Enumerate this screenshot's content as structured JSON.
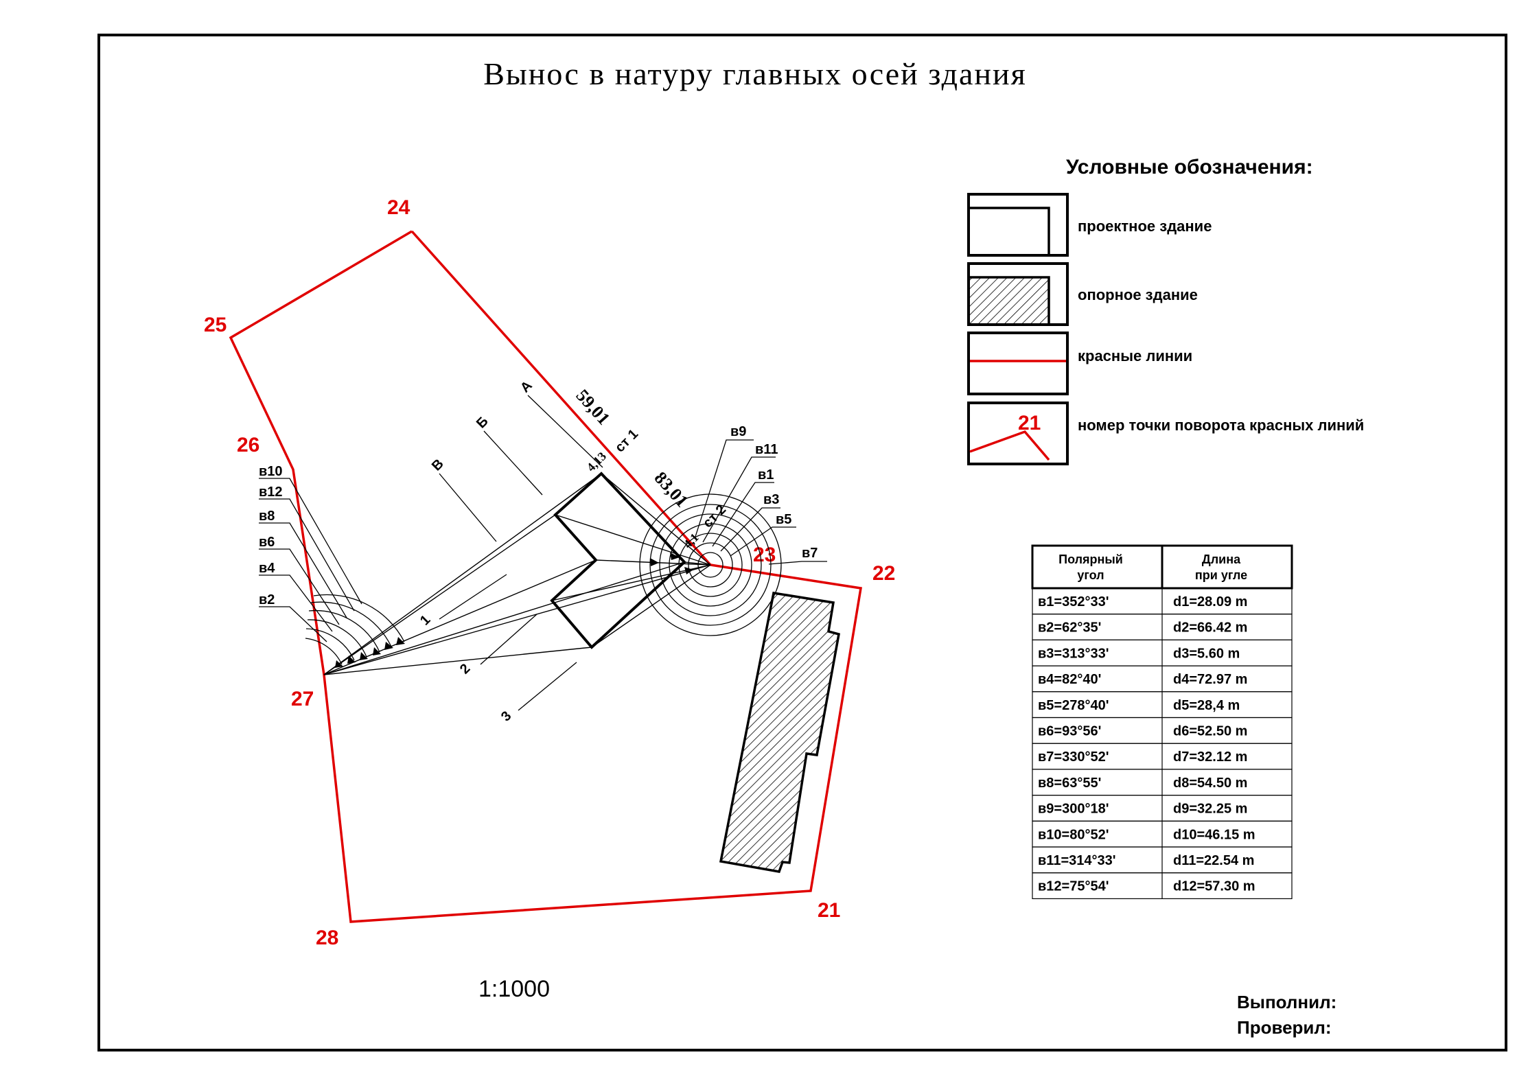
{
  "title": "Вынос в натуру главных осей  здания",
  "scale": "1:1000",
  "signatures": {
    "done": "Выполнил:",
    "checked": "Проверил:"
  },
  "legend": {
    "title": "Условные обозначения:",
    "items": [
      {
        "label": "проектное здание"
      },
      {
        "label": "опорное здание"
      },
      {
        "label": "красные линии"
      },
      {
        "label": "номер точки поворота красных линий",
        "sample": "21"
      }
    ]
  },
  "colors": {
    "red_line": "#e00000",
    "ink": "#000000"
  },
  "points": [
    "24",
    "25",
    "26",
    "27",
    "28",
    "21",
    "22",
    "23"
  ],
  "stations": [
    "ст 1",
    "ст 2"
  ],
  "distances": [
    "59,01",
    "83,01",
    "4,13",
    "4,1"
  ],
  "axes": {
    "letters": [
      "А",
      "Б",
      "В"
    ],
    "numbers": [
      "1",
      "2",
      "3"
    ]
  },
  "angles_left": [
    "в10",
    "в12",
    "в8",
    "в6",
    "в4",
    "в2"
  ],
  "angles_right": [
    "в9",
    "в11",
    "в1",
    "в3",
    "в5",
    "в7"
  ],
  "table": {
    "headers": [
      [
        "Полярный",
        "угол"
      ],
      [
        "Длина",
        "при угле"
      ]
    ],
    "rows": [
      [
        "в1=352°33'",
        "d1=28.09 m"
      ],
      [
        "в2=62°35'",
        "d2=66.42 m"
      ],
      [
        "в3=313°33'",
        "d3=5.60 m"
      ],
      [
        "в4=82°40'",
        "d4=72.97 m"
      ],
      [
        "в5=278°40'",
        "d5=28,4 m"
      ],
      [
        "в6=93°56'",
        "d6=52.50 m"
      ],
      [
        "в7=330°52'",
        "d7=32.12 m"
      ],
      [
        "в8=63°55'",
        "d8=54.50 m"
      ],
      [
        "в9=300°18'",
        "d9=32.25 m"
      ],
      [
        "в10=80°52'",
        "d10=46.15 m"
      ],
      [
        "в11=314°33'",
        "d11=22.54 m"
      ],
      [
        "в12=75°54'",
        "d12=57.30 m"
      ]
    ]
  }
}
